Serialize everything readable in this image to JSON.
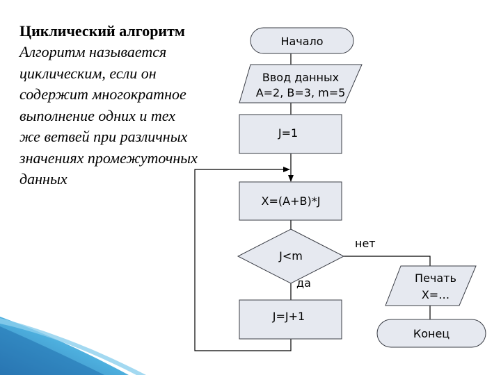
{
  "slide": {
    "title": "Циклический алгоритм",
    "description_lines": [
      "Алгоритм называется",
      "циклическим, если он",
      "содержит многократное",
      "выполнение одних и тех",
      "же ветвей при различных",
      "значениях промежуточных",
      "данных"
    ]
  },
  "flowchart": {
    "start": "Начало",
    "input_line1": "Ввод данных",
    "input_line2": "A=2, B=3, m=5",
    "init": "J=1",
    "compute": "X=(A+B)*J",
    "condition": "J<m",
    "no_label": "нет",
    "yes_label": "да",
    "increment": "J=J+1",
    "output_line1": "Печать",
    "output_line2": "X=…",
    "end": "Конец"
  },
  "colors": {
    "shape_fill": "#e6e9f0",
    "shape_stroke": "#3a3d45",
    "arrow": "#000000",
    "accent_blue": "#2e8fc6",
    "accent_light": "#8cd0ee"
  }
}
